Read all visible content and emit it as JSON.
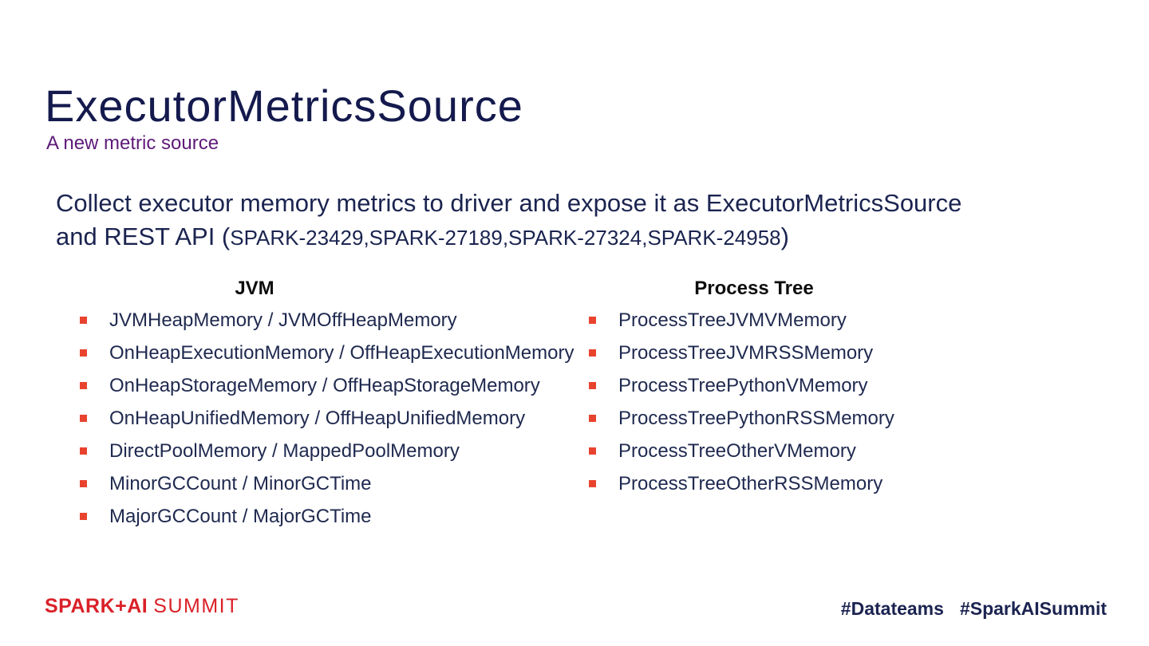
{
  "colors": {
    "title_navy": "#141a4d",
    "subtitle_purple": "#5e1a78",
    "body_navy": "#1b2450",
    "header_black": "#0d0d0d",
    "list_navy": "#202a50",
    "bullet_red": "#e8432e",
    "logo_red": "#da2128",
    "hashtag_navy": "#1b2350"
  },
  "header": {
    "title": "ExecutorMetricsSource",
    "subtitle": "A new metric source"
  },
  "body": {
    "line1": "Collect executor memory metrics to driver and expose it as ExecutorMetricsSource",
    "line2_lead": "and REST API (",
    "jira_ids": "SPARK-23429,SPARK-27189,SPARK-27324,SPARK-24958",
    "close_paren": ")"
  },
  "columns": {
    "left": {
      "header": "JVM",
      "items": [
        "JVMHeapMemory / JVMOffHeapMemory",
        "OnHeapExecutionMemory / OffHeapExecutionMemory",
        "OnHeapStorageMemory / OffHeapStorageMemory",
        "OnHeapUnifiedMemory / OffHeapUnifiedMemory",
        "DirectPoolMemory / MappedPoolMemory",
        "MinorGCCount / MinorGCTime",
        "MajorGCCount / MajorGCTime"
      ]
    },
    "right": {
      "header": "Process Tree",
      "items": [
        "ProcessTreeJVMVMemory",
        "ProcessTreeJVMRSSMemory",
        "ProcessTreePythonVMemory",
        "ProcessTreePythonRSSMemory",
        "ProcessTreeOtherVMemory",
        "ProcessTreeOtherRSSMemory"
      ]
    }
  },
  "footer": {
    "logo_primary": "SPARK+AI",
    "logo_secondary": "SUMMIT",
    "hashtag_1": "#Datateams",
    "hashtag_2": "#SparkAISummit"
  }
}
